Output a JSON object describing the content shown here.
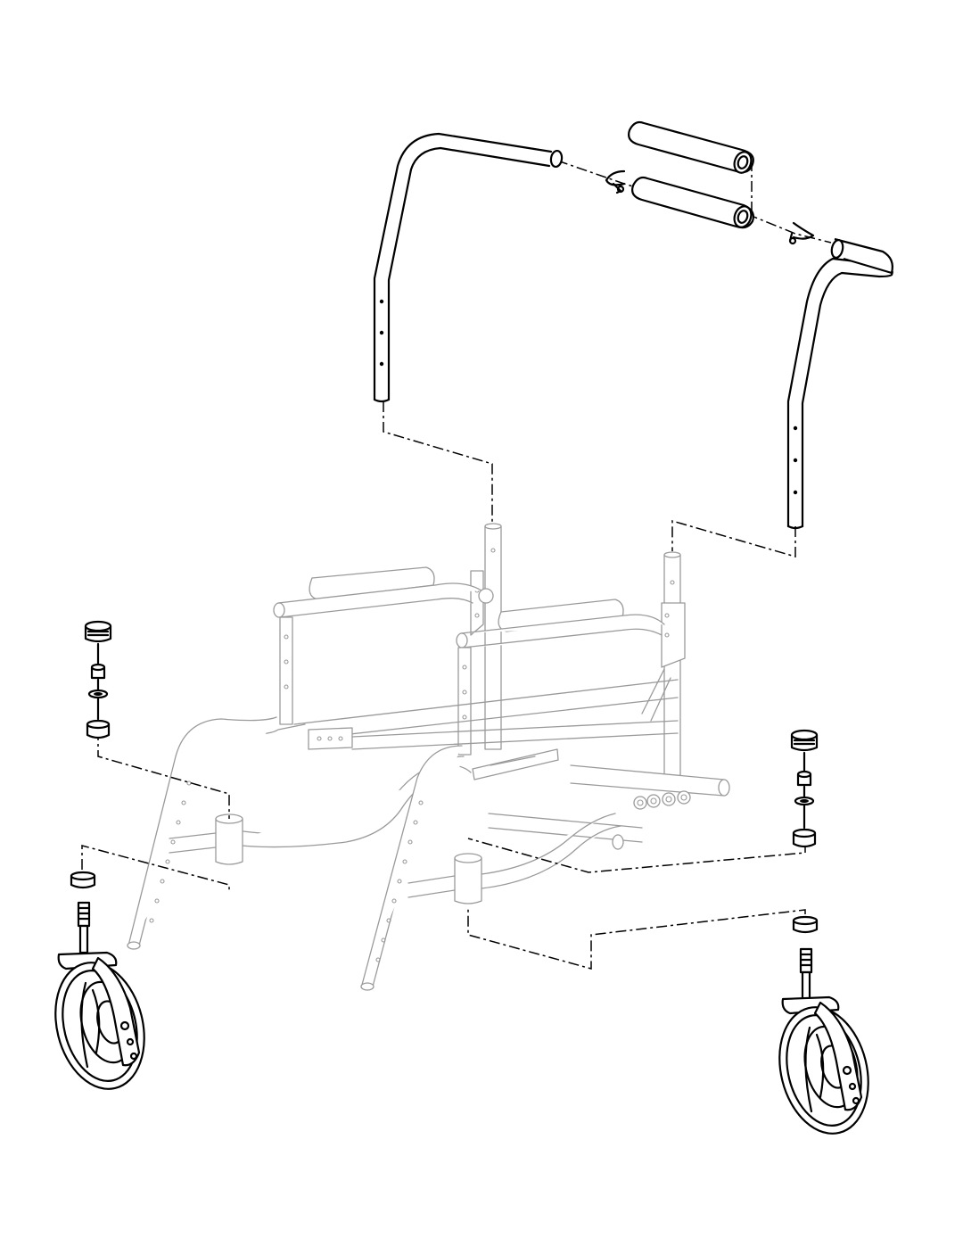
{
  "diagram": {
    "parts": [
      {
        "name": "push-handle-left",
        "icon": "bent-tube"
      },
      {
        "name": "push-handle-right",
        "icon": "bent-tube"
      },
      {
        "name": "handle-grip-upper",
        "icon": "foam-grip"
      },
      {
        "name": "handle-grip-lower",
        "icon": "foam-grip"
      },
      {
        "name": "push-pin",
        "icon": "snap-button-pin"
      },
      {
        "name": "caster-stem-hardware",
        "icon": "cap-nut-washer-bearing"
      },
      {
        "name": "caster-wheel-assembly",
        "icon": "caster-wheel"
      },
      {
        "name": "frame",
        "icon": "chair-frame"
      }
    ],
    "colors": {
      "ink": "#000000",
      "faded_frame": "#9a9a9a",
      "background": "#ffffff"
    }
  }
}
